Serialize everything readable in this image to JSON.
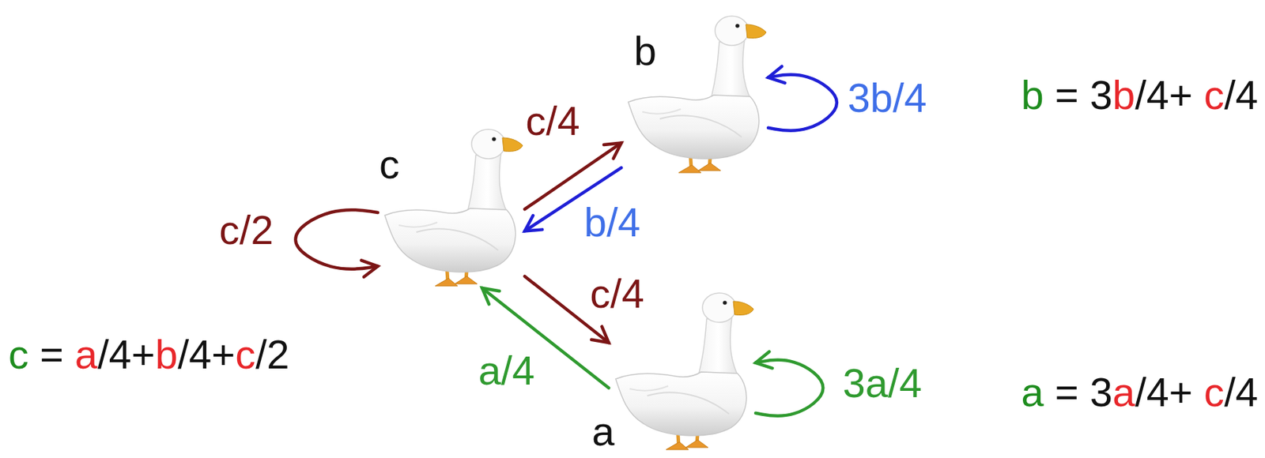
{
  "diagram": {
    "nodes": [
      {
        "text": [
          "b"
        ]
      },
      {
        "text": [
          "c"
        ]
      },
      {
        "text": [
          "a"
        ]
      }
    ],
    "edges": [
      {
        "from": 1,
        "to": 0,
        "label": "c/4",
        "arrow": "to"
      },
      {
        "from": 0,
        "to": 1,
        "label": "b/4",
        "arrow": "to"
      },
      {
        "from": 1,
        "to": 2,
        "label": "c/4",
        "arrow": "to"
      },
      {
        "from": 2,
        "to": 1,
        "label": "a/4",
        "arrow": "to"
      },
      {
        "from": 1,
        "to": 1,
        "label": "c/2",
        "arrow": "to"
      },
      {
        "from": 0,
        "to": 0,
        "label": "3b/4",
        "arrow": "to"
      },
      {
        "from": 2,
        "to": 2,
        "label": "3a/4",
        "arrow": "to"
      }
    ],
    "labels": [
      "b = 3b/4+ c/4",
      "c = a/4+b/4+c/2",
      "a = 3a/4+ c/4"
    ]
  }
}
